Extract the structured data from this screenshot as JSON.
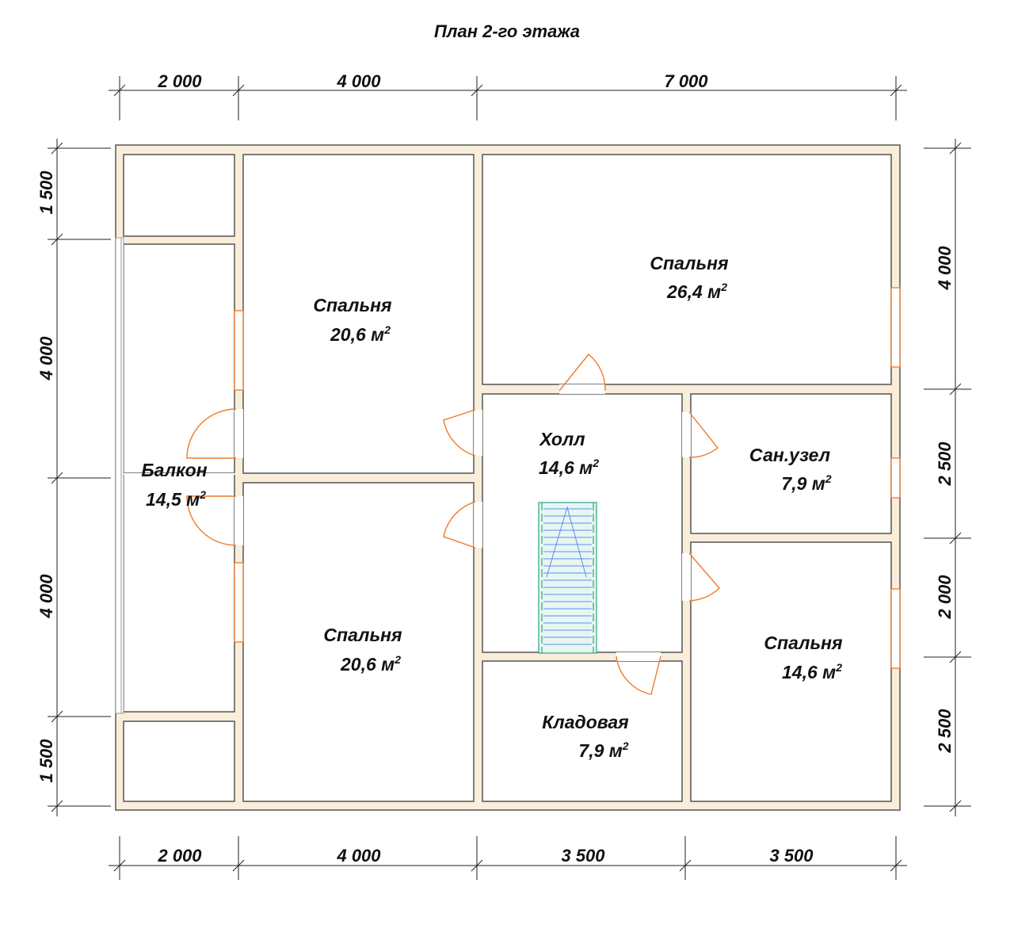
{
  "title": "План 2-го этажа",
  "rooms": [
    {
      "name": "Спальня",
      "area": "26,4 м",
      "sup": "2"
    },
    {
      "name": "Спальня",
      "area": "20,6 м",
      "sup": "2"
    },
    {
      "name": "Холл",
      "area": "14,6 м",
      "sup": "2"
    },
    {
      "name": "Сан.узел",
      "area": "7,9 м",
      "sup": "2"
    },
    {
      "name": "Балкон",
      "area": "14,5 м",
      "sup": "2"
    },
    {
      "name": "Спальня",
      "area": "20,6 м",
      "sup": "2"
    },
    {
      "name": "Спальня",
      "area": "14,6 м",
      "sup": "2"
    },
    {
      "name": "Кладовая",
      "area": "7,9 м",
      "sup": "2"
    }
  ],
  "dimensions": {
    "top": [
      "2 000",
      "4 000",
      "7 000"
    ],
    "bottom": [
      "2 000",
      "4 000",
      "3 500",
      "3 500"
    ],
    "left": [
      "1 500",
      "4 000",
      "4 000",
      "1 500"
    ],
    "right": [
      "4 000",
      "2 500",
      "2 000",
      "2 500"
    ]
  },
  "colors": {
    "wall_fill": "#faeedb",
    "wall_outline": "#555555",
    "door_window": "#f07a2a",
    "stair_frame": "#2aa38a",
    "stair_treads": "#5b8ef0"
  }
}
